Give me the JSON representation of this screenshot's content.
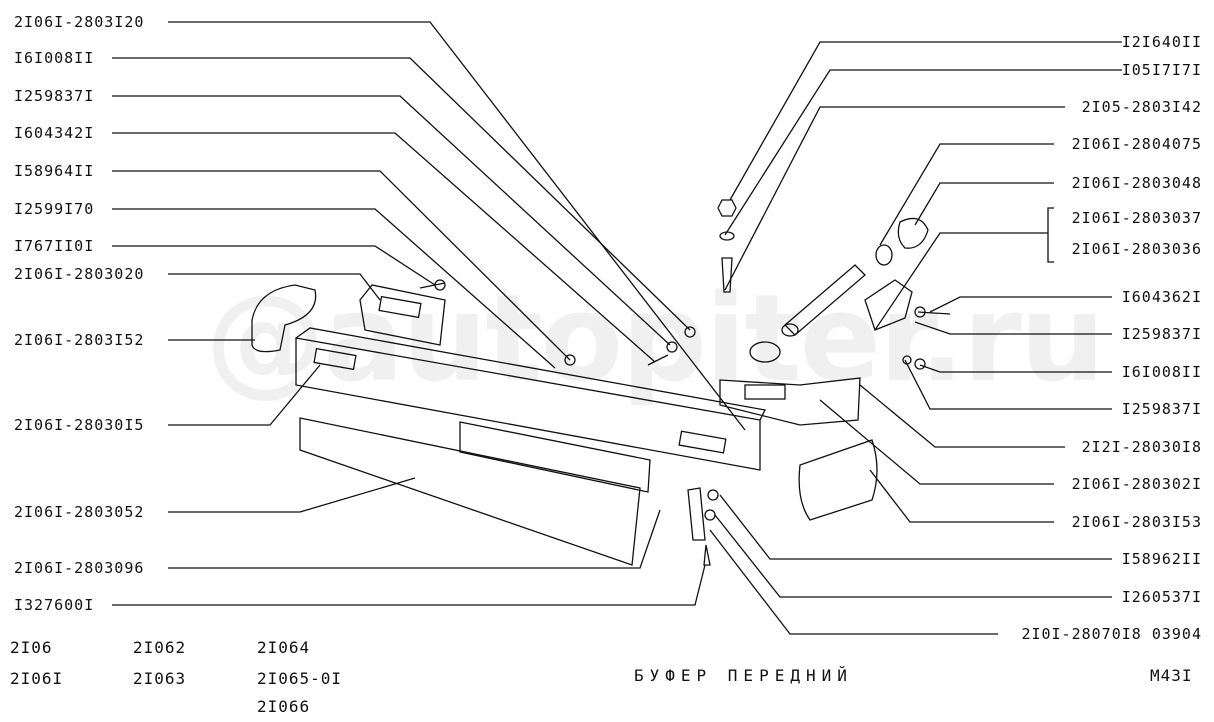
{
  "watermark": "autopiter.ru",
  "title": "БУФЕР ПЕРЕДНИЙ",
  "sheet_code": "M43I",
  "left_labels": [
    "2I06I-2803I20",
    "I6I008II",
    "I259837I",
    "I604342I",
    "I58964II",
    "I2599I70",
    "I767II0I",
    "2I06I-2803020",
    "2I06I-2803I52",
    "2I06I-28030I5",
    "2I06I-2803052",
    "2I06I-2803096",
    "I327600I"
  ],
  "right_labels": [
    "I2I640II",
    "I05I7I7I",
    "2I05-2803I42",
    "2I06I-2804075",
    "2I06I-2803048",
    "2I06I-2803037",
    "2I06I-2803036",
    "I604362I",
    "I259837I",
    "I6I008II",
    "I259837I",
    "2I2I-28030I8",
    "2I06I-280302I",
    "2I06I-2803I53",
    "I58962II",
    "I260537I",
    "2I0I-28070I8 03904"
  ],
  "models": [
    "2I06",
    "2I06I",
    "2I062",
    "2I063",
    "2I064",
    "2I065-0I",
    "2I066"
  ]
}
